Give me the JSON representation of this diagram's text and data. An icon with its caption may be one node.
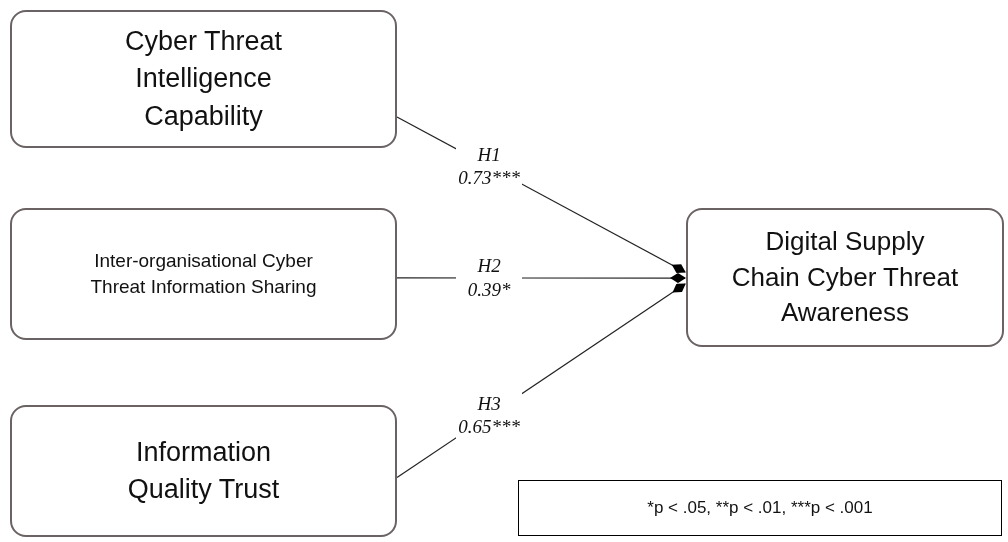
{
  "diagram": {
    "nodes": [
      {
        "text": [
          "Cyber Threat Intelligence Capability"
        ]
      },
      {
        "text": [
          "Inter-organisational Cyber Threat Information Sharing"
        ]
      },
      {
        "text": [
          "Information Quality Trust"
        ]
      },
      {
        "text": [
          "Digital Supply Chain Cyber Threat Awareness"
        ]
      }
    ],
    "edges": [
      {
        "from": 0,
        "to": 3,
        "arrow": "other",
        "label": "H1 0.73***"
      },
      {
        "from": 1,
        "to": 3,
        "arrow": "other",
        "label": "H2 0.39*"
      },
      {
        "from": 2,
        "to": 3,
        "arrow": "other",
        "label": "H3 0.65***"
      }
    ],
    "labels": [
      "*p < .05, **p < .01, ***p < .001"
    ]
  }
}
